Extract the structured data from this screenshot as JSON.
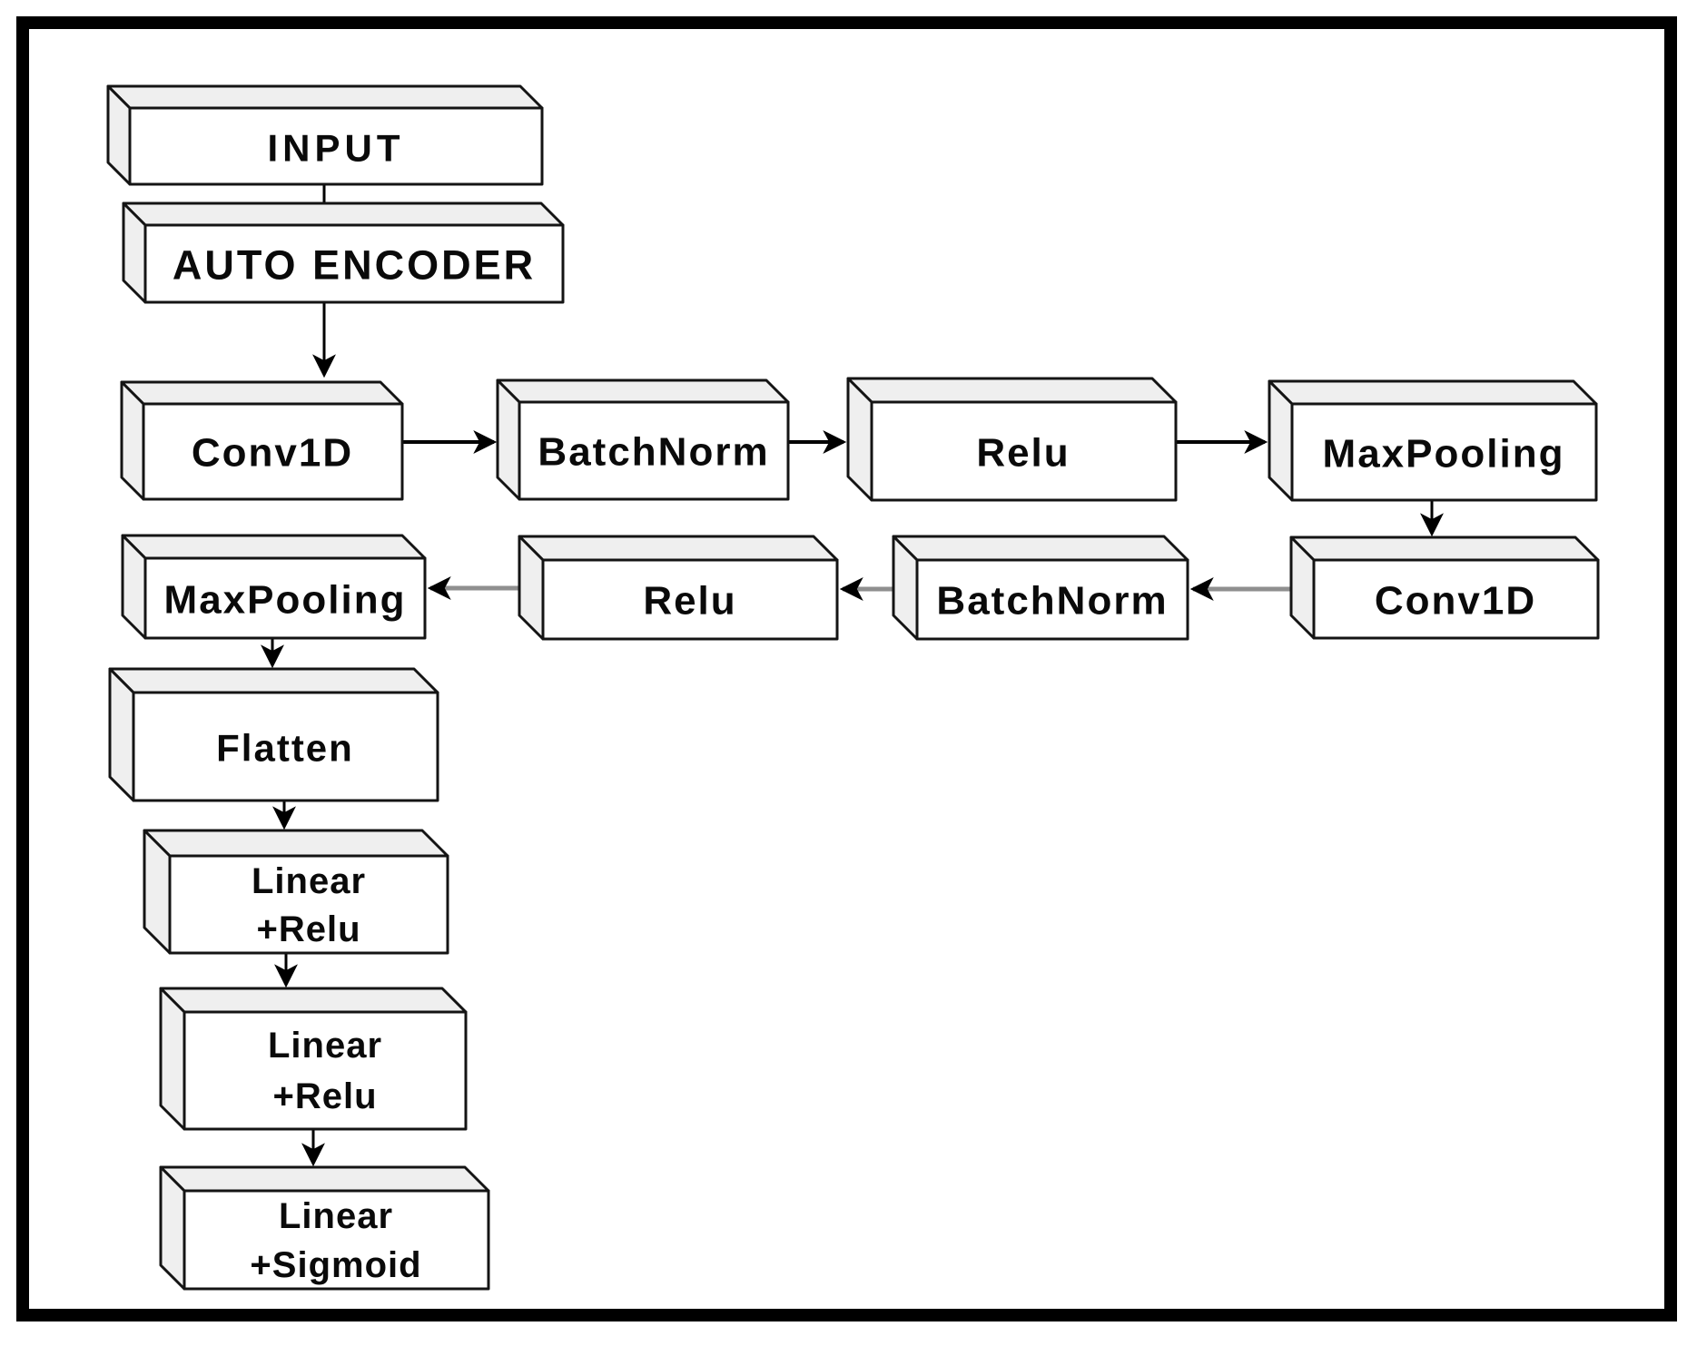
{
  "figure": {
    "type": "architecture-flow-diagram",
    "colors": {
      "background": "#ffffff",
      "frame": "#000000",
      "box_face": "#ffffff",
      "box_side": "#efefef",
      "box_border": "#141414",
      "arrow_primary": "#000000",
      "arrow_secondary": "#8f8f8f",
      "text": "#0a0a0a"
    },
    "nodes": [
      {
        "id": "input",
        "label": "INPUT"
      },
      {
        "id": "auto-encoder",
        "label": "AUTO ENCODER"
      },
      {
        "id": "conv1d-enc1",
        "label": "Conv1D"
      },
      {
        "id": "batchnorm-enc1",
        "label": "BatchNorm"
      },
      {
        "id": "relu-enc1",
        "label": "Relu"
      },
      {
        "id": "maxpooling-enc1",
        "label": "MaxPooling"
      },
      {
        "id": "conv1d-enc2",
        "label": "Conv1D"
      },
      {
        "id": "batchnorm-enc2",
        "label": "BatchNorm"
      },
      {
        "id": "relu-enc2",
        "label": "Relu"
      },
      {
        "id": "maxpooling-enc2",
        "label": "MaxPooling"
      },
      {
        "id": "flatten",
        "label": "Flatten"
      },
      {
        "id": "linear-relu-1",
        "lines": [
          "Linear",
          "+Relu"
        ]
      },
      {
        "id": "linear-relu-2",
        "lines": [
          "Linear",
          "+Relu"
        ]
      },
      {
        "id": "linear-sigmoid",
        "lines": [
          "Linear",
          "+Sigmoid"
        ]
      }
    ],
    "edges": [
      {
        "from": "input",
        "to": "auto-encoder"
      },
      {
        "from": "auto-encoder",
        "to": "conv1d-enc1"
      },
      {
        "from": "conv1d-enc1",
        "to": "batchnorm-enc1"
      },
      {
        "from": "batchnorm-enc1",
        "to": "relu-enc1"
      },
      {
        "from": "relu-enc1",
        "to": "maxpooling-enc1"
      },
      {
        "from": "maxpooling-enc1",
        "to": "conv1d-enc2"
      },
      {
        "from": "conv1d-enc2",
        "to": "batchnorm-enc2"
      },
      {
        "from": "batchnorm-enc2",
        "to": "relu-enc2"
      },
      {
        "from": "relu-enc2",
        "to": "maxpooling-enc2"
      },
      {
        "from": "maxpooling-enc2",
        "to": "flatten"
      },
      {
        "from": "flatten",
        "to": "linear-relu-1"
      },
      {
        "from": "linear-relu-1",
        "to": "linear-relu-2"
      },
      {
        "from": "linear-relu-2",
        "to": "linear-sigmoid"
      }
    ]
  }
}
